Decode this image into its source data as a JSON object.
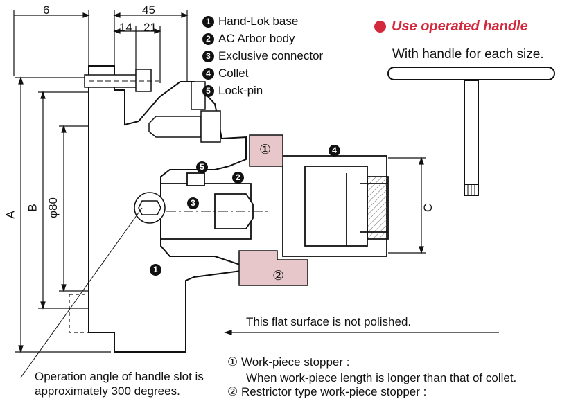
{
  "legend": [
    {
      "num": "1",
      "label": "Hand-Lok base"
    },
    {
      "num": "2",
      "label": "AC Arbor body"
    },
    {
      "num": "3",
      "label": "Exclusive connector"
    },
    {
      "num": "4",
      "label": "Collet"
    },
    {
      "num": "5",
      "label": "Lock-pin"
    }
  ],
  "handle": {
    "title": "Use operated handle",
    "subtitle": "With handle for each size."
  },
  "dimensions": {
    "d6": "6",
    "d45": "45",
    "d14": "14",
    "d21": "21",
    "A": "A",
    "B": "B",
    "phi80": "φ80",
    "C": "C"
  },
  "callouts": {
    "c1": "1",
    "c2": "2",
    "c3": "3",
    "c4": "4",
    "c5": "5",
    "s1": "①",
    "s2": "②"
  },
  "notes": {
    "flat_surface": "This flat surface is not polished.",
    "operation_angle_line1": "Operation angle of handle slot is",
    "operation_angle_line2": "approximately 300 degrees.",
    "stopper1_title": "① Work-piece stopper :",
    "stopper1_desc": "When work-piece length is longer than that of collet.",
    "stopper2_title": "② Restrictor type work-piece stopper :"
  },
  "colors": {
    "stopper_fill": "#e7c7c9",
    "accent_red": "#d4283c",
    "line": "#111111"
  }
}
